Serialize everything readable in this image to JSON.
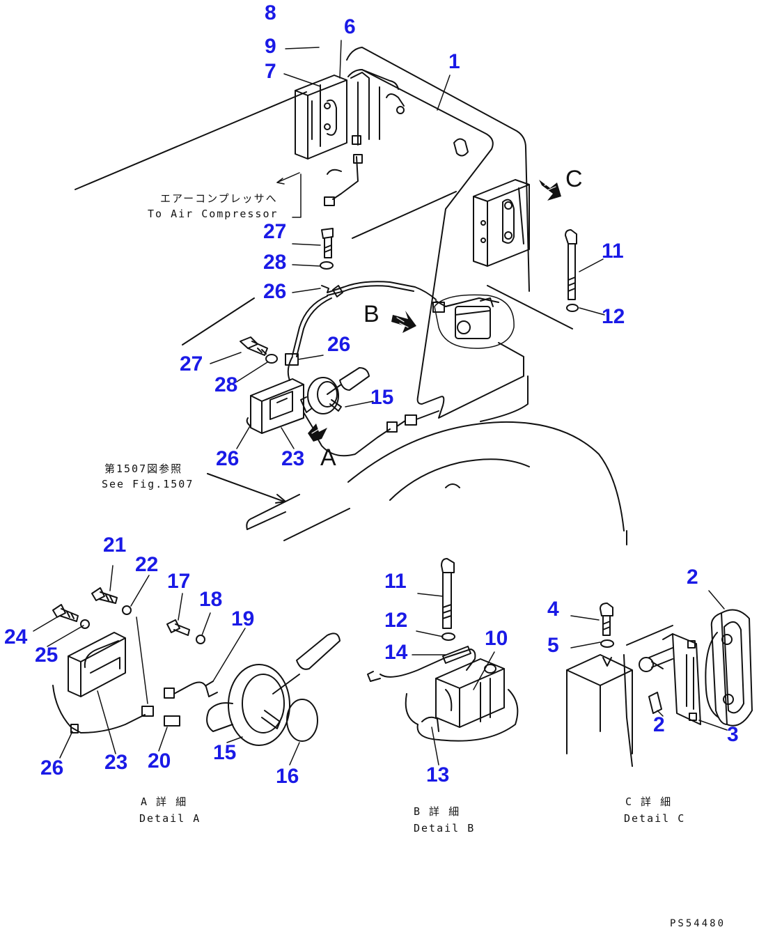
{
  "colors": {
    "callout": "#1a1ae6",
    "line": "#111111",
    "background": "#ffffff"
  },
  "callouts": [
    {
      "id": "c8a",
      "text": "8"
    },
    {
      "id": "c9a",
      "text": "9"
    },
    {
      "id": "c6a",
      "text": "6"
    },
    {
      "id": "c7a",
      "text": "7"
    },
    {
      "id": "c1a",
      "text": "1"
    },
    {
      "id": "c27a",
      "text": "27"
    },
    {
      "id": "c28a",
      "text": "28"
    },
    {
      "id": "c26a",
      "text": "26"
    },
    {
      "id": "c11a",
      "text": "11"
    },
    {
      "id": "c12a",
      "text": "12"
    },
    {
      "id": "c26b",
      "text": "26"
    },
    {
      "id": "c27b",
      "text": "27"
    },
    {
      "id": "c28b",
      "text": "28"
    },
    {
      "id": "c15a",
      "text": "15"
    },
    {
      "id": "c26c",
      "text": "26"
    },
    {
      "id": "c23a",
      "text": "23"
    },
    {
      "id": "c21a",
      "text": "21"
    },
    {
      "id": "c22a",
      "text": "22"
    },
    {
      "id": "c17a",
      "text": "17"
    },
    {
      "id": "c18a",
      "text": "18"
    },
    {
      "id": "c19a",
      "text": "19"
    },
    {
      "id": "c24a",
      "text": "24"
    },
    {
      "id": "c25a",
      "text": "25"
    },
    {
      "id": "c26d",
      "text": "26"
    },
    {
      "id": "c23b",
      "text": "23"
    },
    {
      "id": "c20a",
      "text": "20"
    },
    {
      "id": "c15b",
      "text": "15"
    },
    {
      "id": "c16a",
      "text": "16"
    },
    {
      "id": "c11b",
      "text": "11"
    },
    {
      "id": "c12b",
      "text": "12"
    },
    {
      "id": "c14a",
      "text": "14"
    },
    {
      "id": "c10a",
      "text": "10"
    },
    {
      "id": "c13a",
      "text": "13"
    },
    {
      "id": "c2a",
      "text": "2"
    },
    {
      "id": "c4a",
      "text": "4"
    },
    {
      "id": "c5a",
      "text": "5"
    },
    {
      "id": "c2b",
      "text": "2"
    },
    {
      "id": "c3a",
      "text": "3"
    }
  ],
  "view_markers": {
    "a": "A",
    "b": "B",
    "c": "C"
  },
  "notes": {
    "air_compressor_jp": "エアーコンプレッサへ",
    "air_compressor_en": "To Air Compressor",
    "see_fig_jp": "第1507図参照",
    "see_fig_en": "See Fig.1507"
  },
  "details": {
    "a_jp": "A 詳 細",
    "a_en": "Detail A",
    "b_jp": "B 詳 細",
    "b_en": "Detail B",
    "c_jp": "C 詳 細",
    "c_en": "Detail C"
  },
  "drawing_ref": "PS54480"
}
